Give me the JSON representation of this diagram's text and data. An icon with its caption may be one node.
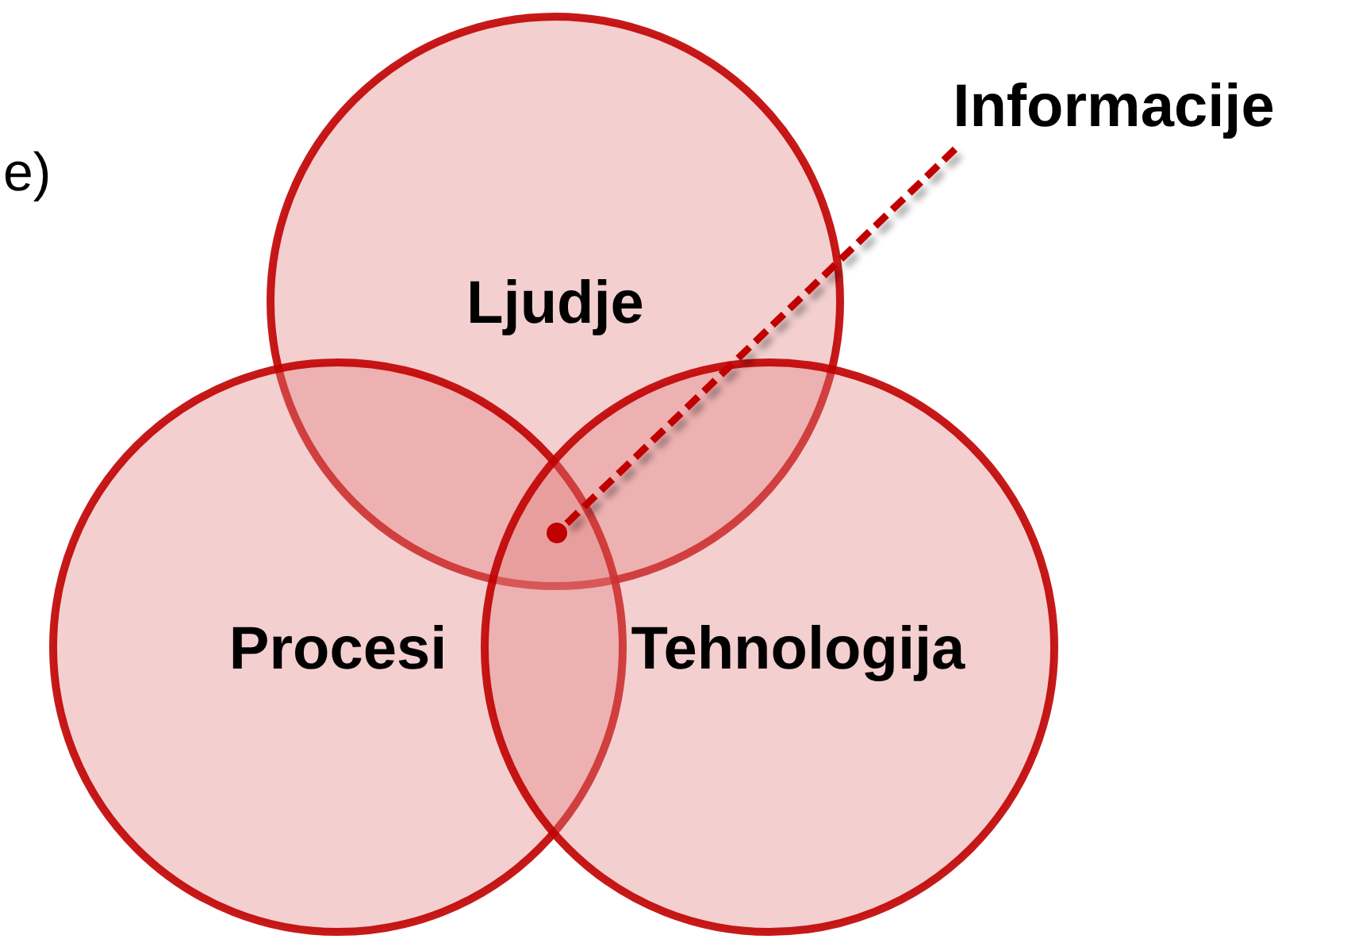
{
  "diagram": {
    "nodes": [
      {
        "text": [
          "Ljudje"
        ]
      },
      {
        "text": [
          "Procesi"
        ]
      },
      {
        "text": [
          "Tehnologija"
        ]
      },
      {
        "text": [
          "Informacije"
        ]
      },
      {
        "text": [],
        "shape": "circle"
      }
    ],
    "edges": [
      {
        "from": 3,
        "to": 4,
        "arrow": "none",
        "style": "dashed"
      }
    ],
    "labels": [
      "e)"
    ]
  }
}
